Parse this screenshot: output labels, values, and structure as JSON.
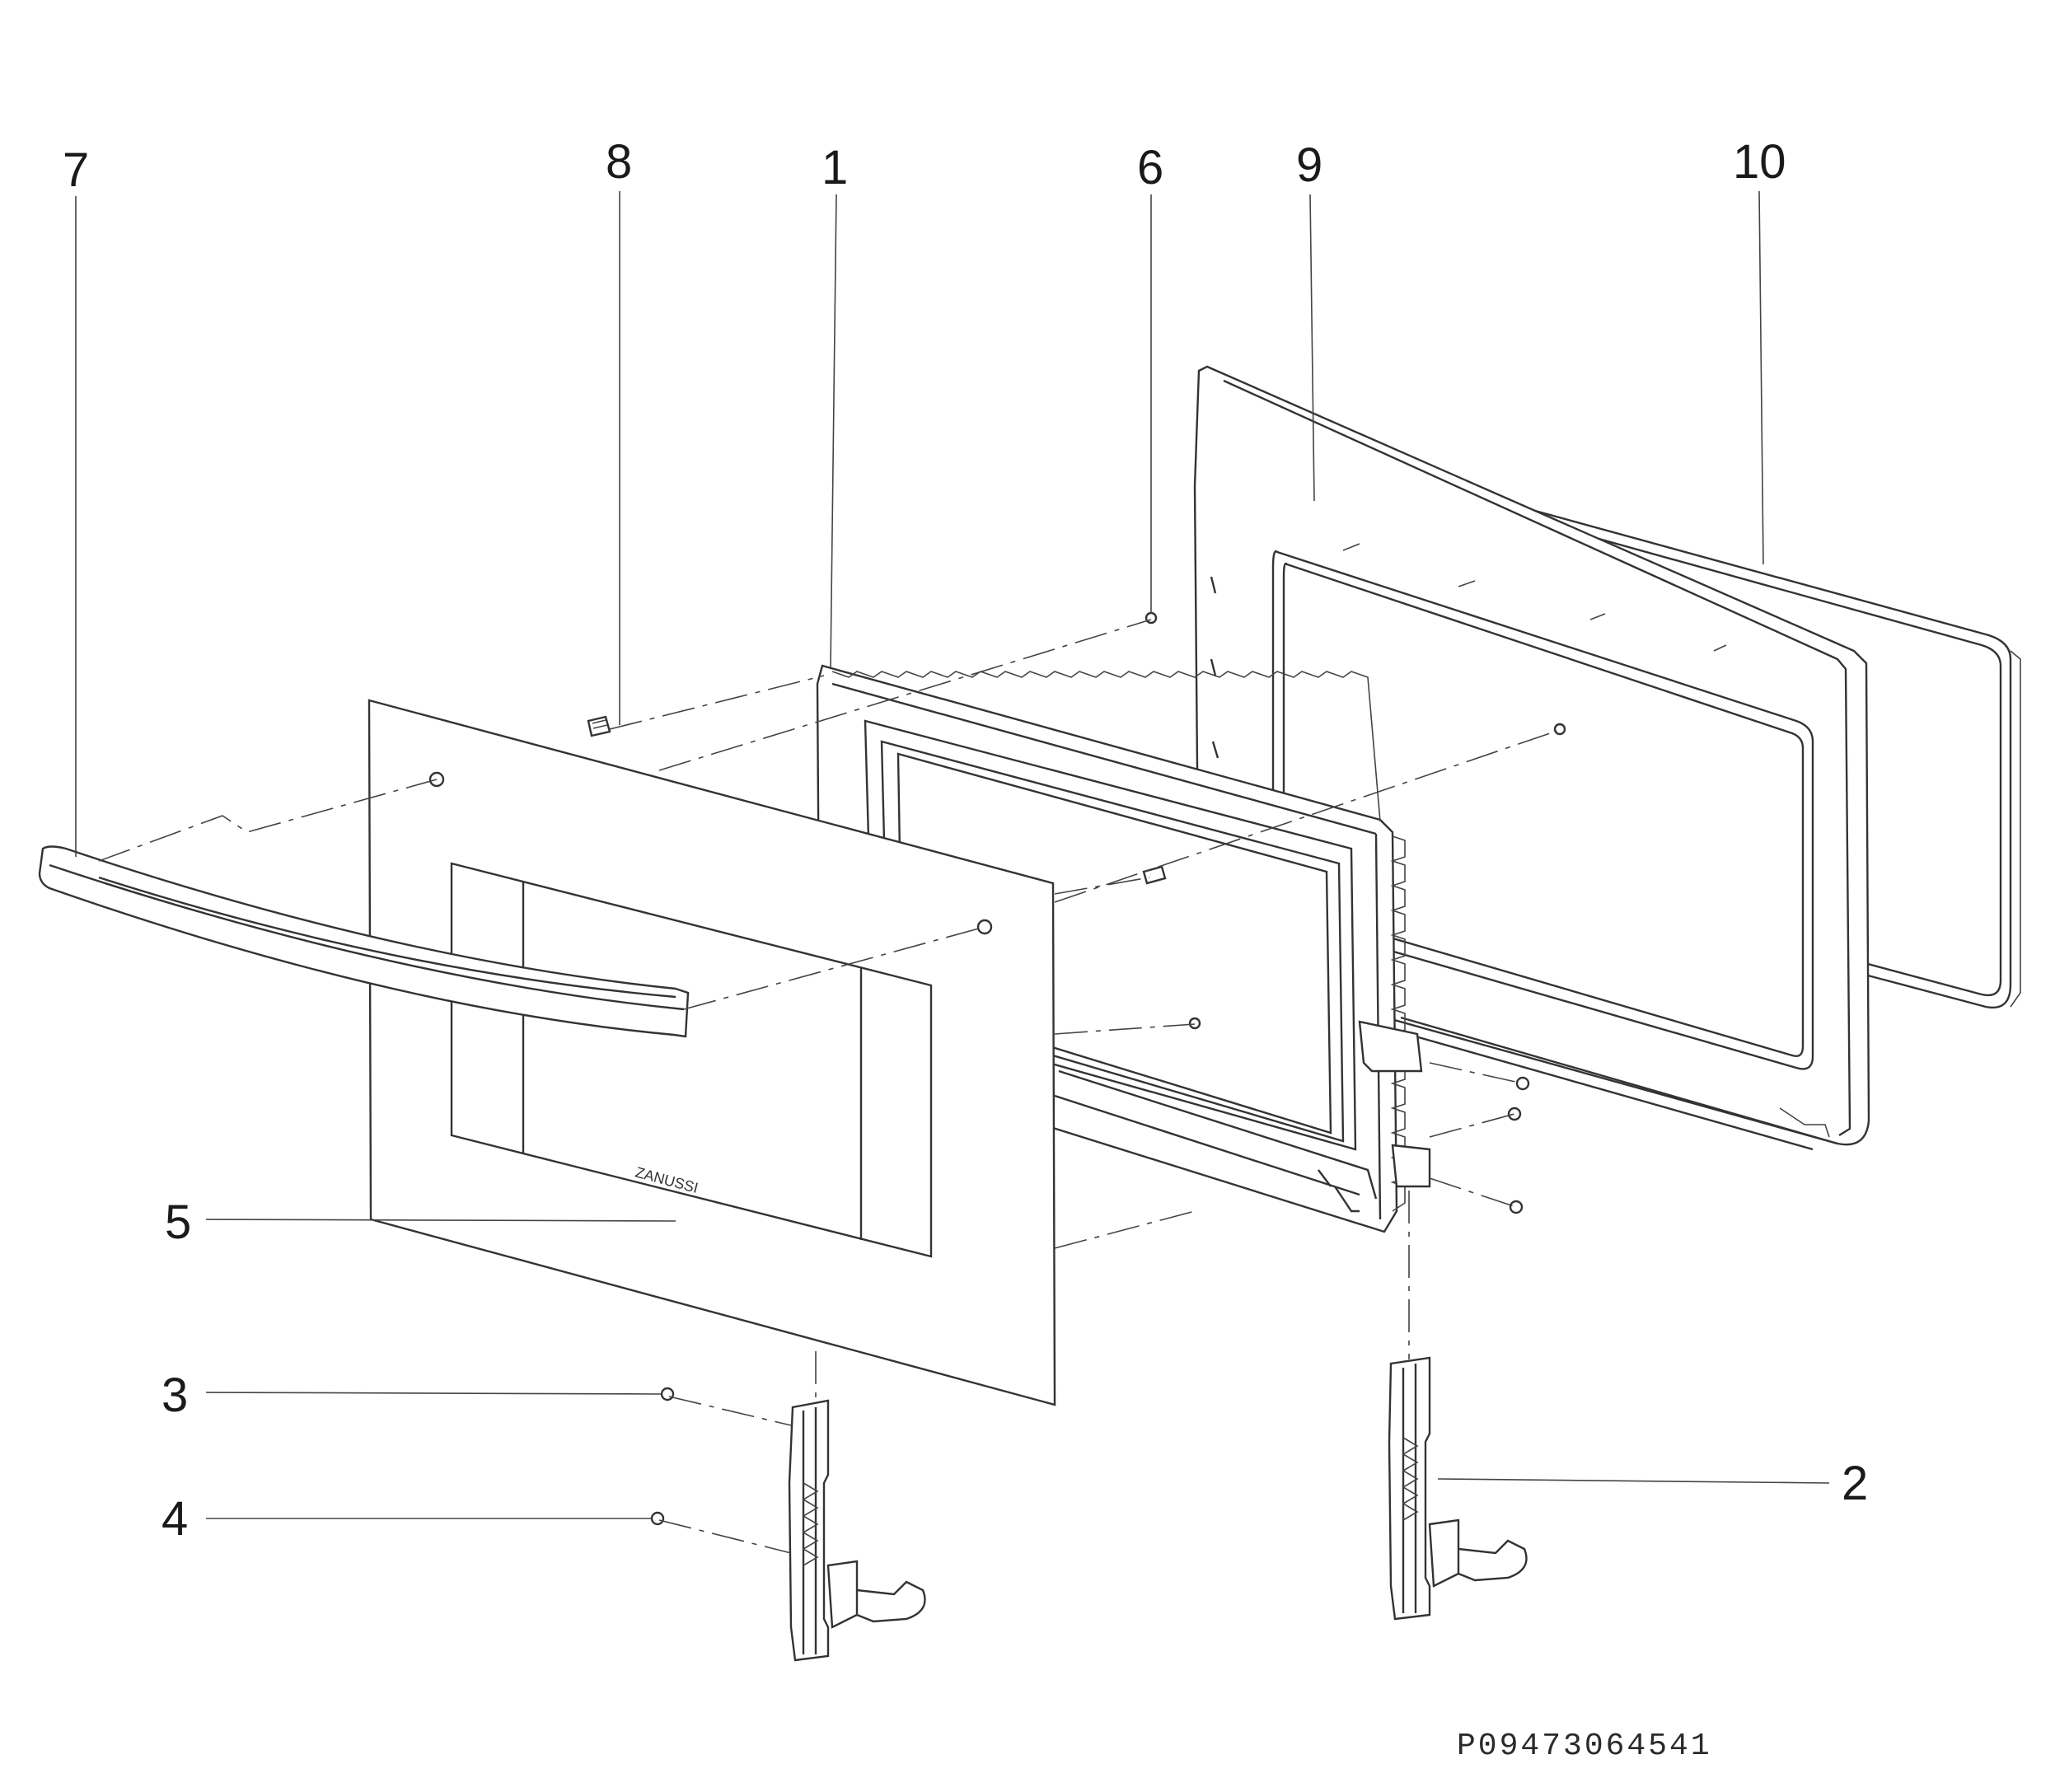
{
  "callouts": {
    "c1": "1",
    "c2": "2",
    "c3": "3",
    "c4": "4",
    "c5": "5",
    "c6": "6",
    "c7": "7",
    "c8": "8",
    "c9": "9",
    "c10": "10"
  },
  "brand_mark": "ZANUSSI",
  "part_code": "P09473064541",
  "colors": {
    "line": "#333333",
    "background": "#ffffff"
  }
}
